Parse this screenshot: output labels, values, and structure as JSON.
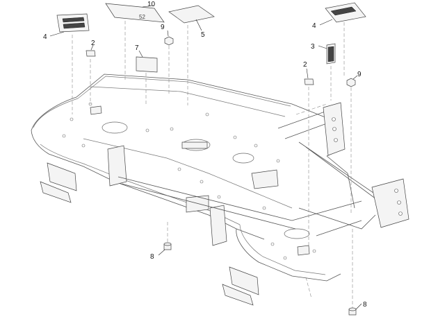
{
  "callouts": {
    "c1": "10",
    "c2": "4",
    "c3": "9",
    "c4": "5",
    "c5": "2",
    "c6": "7",
    "c7": "4",
    "c8": "3",
    "c9": "2",
    "c10": "9",
    "c11": "8",
    "c12": "8"
  }
}
